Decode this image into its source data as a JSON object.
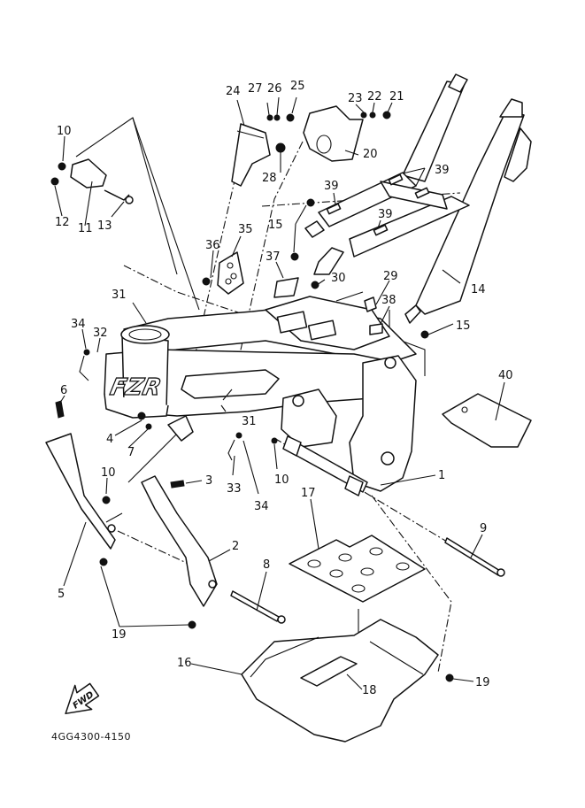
{
  "diagram": {
    "title": "Frame exploded parts diagram",
    "drawing_code": "4GG4300-4150",
    "frame_logo_text": "FZR",
    "forward_arrow_label": "FWD",
    "callouts": [
      {
        "id": "c1",
        "label": "1"
      },
      {
        "id": "c2",
        "label": "2"
      },
      {
        "id": "c3",
        "label": "3"
      },
      {
        "id": "c4",
        "label": "4"
      },
      {
        "id": "c5",
        "label": "5"
      },
      {
        "id": "c6",
        "label": "6"
      },
      {
        "id": "c7",
        "label": "7"
      },
      {
        "id": "c8",
        "label": "8"
      },
      {
        "id": "c9",
        "label": "9"
      },
      {
        "id": "c10a",
        "label": "10"
      },
      {
        "id": "c10b",
        "label": "10"
      },
      {
        "id": "c10c",
        "label": "10"
      },
      {
        "id": "c11",
        "label": "11"
      },
      {
        "id": "c12",
        "label": "12"
      },
      {
        "id": "c13",
        "label": "13"
      },
      {
        "id": "c14",
        "label": "14"
      },
      {
        "id": "c15a",
        "label": "15"
      },
      {
        "id": "c15b",
        "label": "15"
      },
      {
        "id": "c16",
        "label": "16"
      },
      {
        "id": "c17",
        "label": "17"
      },
      {
        "id": "c18",
        "label": "18"
      },
      {
        "id": "c19a",
        "label": "19"
      },
      {
        "id": "c19b",
        "label": "19"
      },
      {
        "id": "c20",
        "label": "20"
      },
      {
        "id": "c21",
        "label": "21"
      },
      {
        "id": "c22",
        "label": "22"
      },
      {
        "id": "c23",
        "label": "23"
      },
      {
        "id": "c24",
        "label": "24"
      },
      {
        "id": "c25",
        "label": "25"
      },
      {
        "id": "c26",
        "label": "26"
      },
      {
        "id": "c27",
        "label": "27"
      },
      {
        "id": "c28",
        "label": "28"
      },
      {
        "id": "c29",
        "label": "29"
      },
      {
        "id": "c30",
        "label": "30"
      },
      {
        "id": "c31a",
        "label": "31"
      },
      {
        "id": "c31b",
        "label": "31"
      },
      {
        "id": "c32",
        "label": "32"
      },
      {
        "id": "c33",
        "label": "33"
      },
      {
        "id": "c34a",
        "label": "34"
      },
      {
        "id": "c34b",
        "label": "34"
      },
      {
        "id": "c35",
        "label": "35"
      },
      {
        "id": "c36",
        "label": "36"
      },
      {
        "id": "c37",
        "label": "37"
      },
      {
        "id": "c38",
        "label": "38"
      },
      {
        "id": "c39a",
        "label": "39"
      },
      {
        "id": "c39b",
        "label": "39"
      },
      {
        "id": "c39c",
        "label": "39"
      },
      {
        "id": "c40",
        "label": "40"
      }
    ]
  }
}
